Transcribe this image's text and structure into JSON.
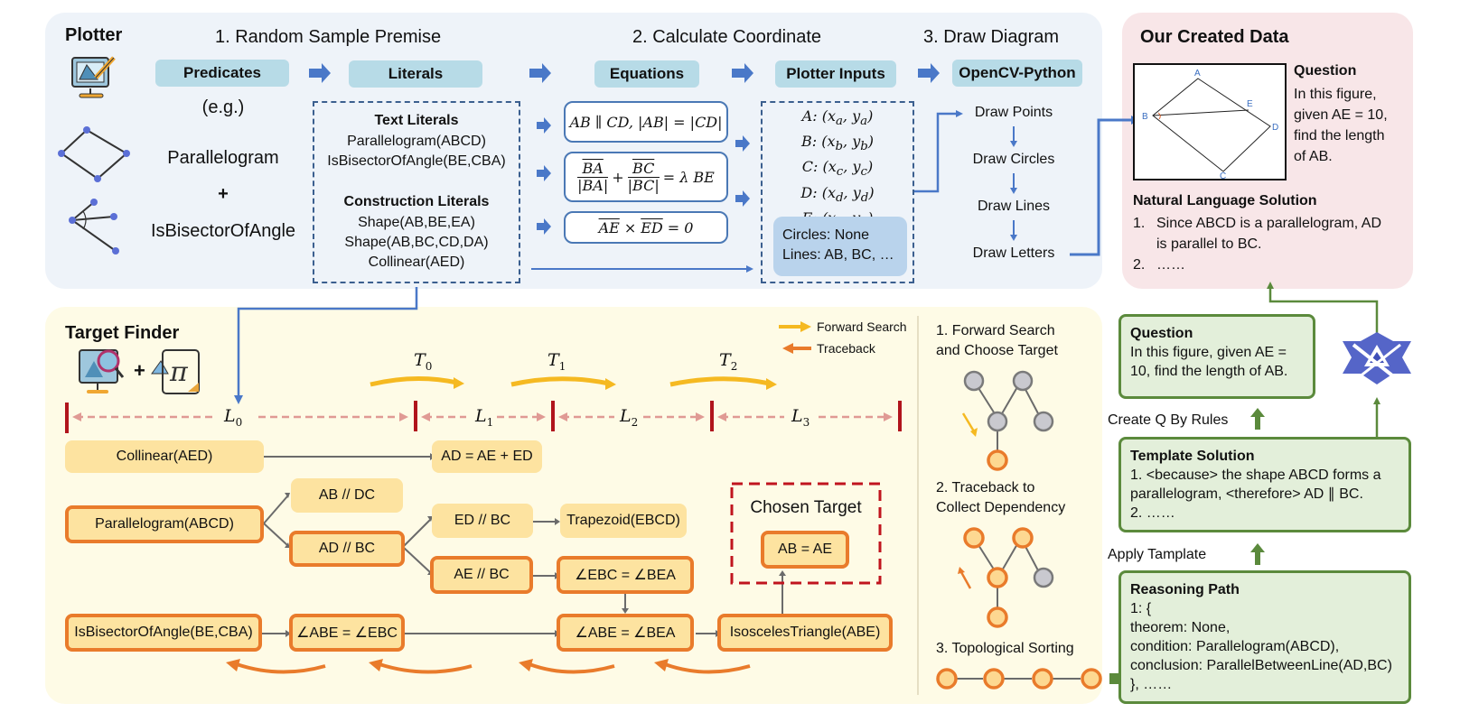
{
  "plotter": {
    "title": "Plotter",
    "steps": [
      "1. Random Sample Premise",
      "2. Calculate Coordinate",
      "3. Draw Diagram"
    ],
    "pills": [
      "Predicates",
      "Literals",
      "Equations",
      "Plotter Inputs",
      "OpenCV-Python"
    ],
    "example_label": "(e.g.)",
    "predicate_examples": [
      "Parallelogram",
      "+",
      "IsBisectorOfAngle"
    ],
    "text_literals": {
      "heading": "Text Literals",
      "items": [
        "Parallelogram(ABCD)",
        "IsBisectorOfAngle(BE,CBA)"
      ]
    },
    "construction_literals": {
      "heading": "Construction Literals",
      "items": [
        "Shape(AB,BE,EA)",
        "Shape(AB,BC,CD,DA)",
        "Collinear(AED)"
      ]
    },
    "equations": [
      "AB ∥ CD, |AB| = |CD|",
      "BA/|BA| + BC/|BC| = λ BE",
      "AE × ED = 0"
    ],
    "equation_parts": {
      "eq2_n1": "BA",
      "eq2_d1": "|BA|",
      "eq2_plus": "+",
      "eq2_n2": "BC",
      "eq2_d2": "|BC|",
      "eq2_rhs": "= λ BE",
      "eq3_a": "AE",
      "eq3_x": "×",
      "eq3_b": "ED",
      "eq3_rhs": "= 0"
    },
    "coordinates": [
      "A: (xa, ya)",
      "B: (xb, yb)",
      "C: (xc, yc)",
      "D: (xd, yd)",
      "E: (xe, ye)"
    ],
    "coord_parts": [
      {
        "p": "A",
        "x": "x",
        "xs": "a",
        "y": "y",
        "ys": "a"
      },
      {
        "p": "B",
        "x": "x",
        "xs": "b",
        "y": "y",
        "ys": "b"
      },
      {
        "p": "C",
        "x": "x",
        "xs": "c",
        "y": "y",
        "ys": "c"
      },
      {
        "p": "D",
        "x": "x",
        "xs": "d",
        "y": "y",
        "ys": "d"
      },
      {
        "p": "E",
        "x": "x",
        "xs": "e",
        "y": "y",
        "ys": "e"
      }
    ],
    "circles_lines": [
      "Circles: None",
      "Lines: AB, BC, …"
    ],
    "draw_steps": [
      "Draw Points",
      "Draw Circles",
      "Draw Lines",
      "Draw Letters"
    ]
  },
  "created": {
    "title": "Our Created Data",
    "figure_labels": [
      "A",
      "B",
      "C",
      "D",
      "E"
    ],
    "question_heading": "Question",
    "question_lines": [
      "In this figure,",
      "given AE = 10,",
      "find the length",
      "of AB."
    ],
    "solution_heading": "Natural Language Solution",
    "solution_items": [
      {
        "num": "1.",
        "lines": [
          "Since ABCD is a parallelogram, AD",
          "is parallel to BC."
        ]
      },
      {
        "num": "2.",
        "lines": [
          "……"
        ]
      }
    ]
  },
  "finder": {
    "title": "Target Finder",
    "legend": {
      "forward": "Forward Search",
      "traceback": "Traceback"
    },
    "colors": {
      "forward": "#f5b921",
      "traceback": "#e97b2b",
      "level_bar": "#b0141c",
      "level_arrow": "#e09a94"
    },
    "transitions": [
      {
        "T": "T",
        "sub": "0"
      },
      {
        "T": "T",
        "sub": "1"
      },
      {
        "T": "T",
        "sub": "2"
      }
    ],
    "levels": [
      {
        "L": "L",
        "sub": "0"
      },
      {
        "L": "L",
        "sub": "1"
      },
      {
        "L": "L",
        "sub": "2"
      },
      {
        "L": "L",
        "sub": "3"
      }
    ],
    "nodes": {
      "collinear": "Collinear(AED)",
      "ad_sum": "AD = AE + ED",
      "parallelogram": "Parallelogram(ABCD)",
      "ab_dc": "AB // DC",
      "ad_bc": "AD // BC",
      "ed_bc": "ED // BC",
      "trapezoid": "Trapezoid(EBCD)",
      "ae_bc": "AE // BC",
      "ebc_bea": "∠EBC =  ∠BEA",
      "bisector": "IsBisectorOfAngle(BE,CBA)",
      "abe_ebc": "∠ABE = ∠EBC",
      "abe_bea": "∠ABE = ∠BEA",
      "isosceles": "IsoscelesTriangle(ABE)",
      "target": "AB = AE"
    },
    "chosen_target_label": "Chosen Target",
    "side_steps": [
      "1. Forward Search",
      "and Choose Target",
      "2. Traceback to",
      "Collect Dependency",
      "3. Topological Sorting"
    ]
  },
  "pipeline": {
    "question_heading": "Question",
    "question_lines": [
      "In this figure, given AE =",
      "10, find the length of AB."
    ],
    "create_q_label": "Create Q By Rules",
    "template_heading": "Template Solution",
    "template_lines": [
      "1. <because> the shape ABCD forms a",
      "parallelogram, <therefore> AD ∥ BC.",
      "2. ……"
    ],
    "apply_label": "Apply Tamplate",
    "reasoning_heading": "Reasoning Path",
    "reasoning_lines": [
      "1: {",
      "theorem: None,",
      "condition: Parallelogram(ABCD),",
      "conclusion: ParallelBetweenLine(AD,BC)",
      "}, ……"
    ]
  }
}
